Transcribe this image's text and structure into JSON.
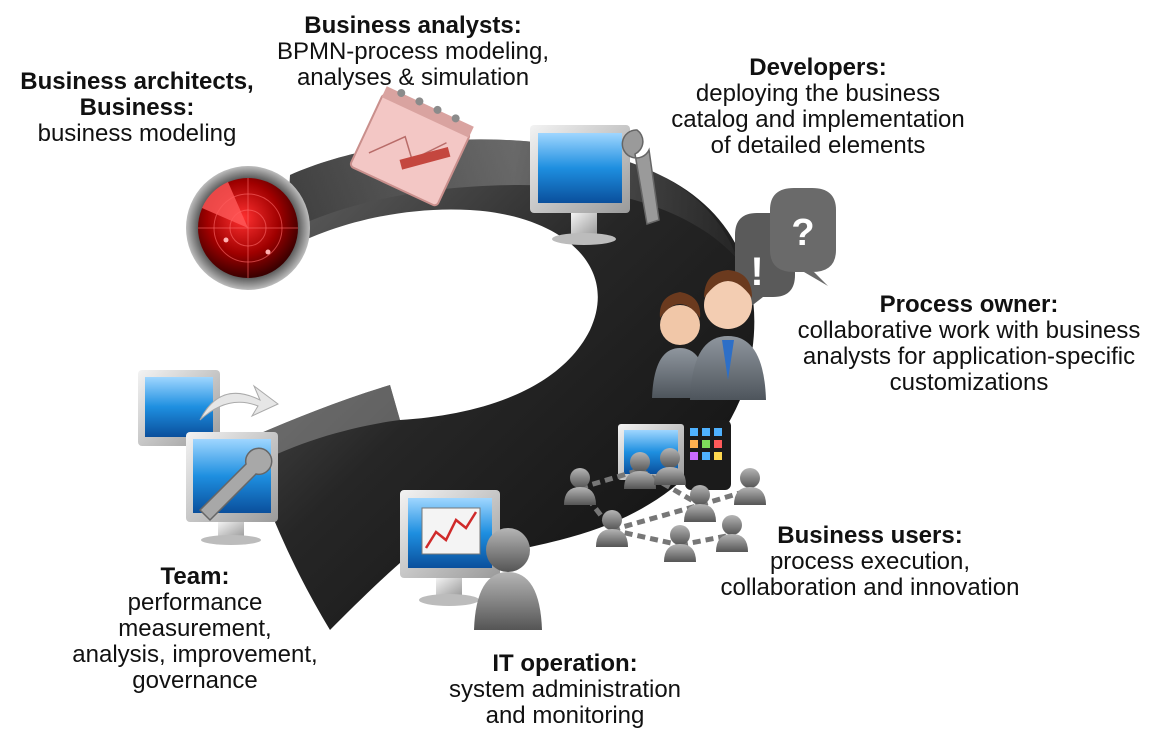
{
  "roles": [
    {
      "id": "architects",
      "title": "Business architects,\nBusiness:",
      "desc": "business modeling",
      "icon": "radar-icon"
    },
    {
      "id": "analysts",
      "title": "Business analysts:",
      "desc": "BPMN-process modeling,\nanalyses & simulation",
      "icon": "notepad-pencil-icon"
    },
    {
      "id": "developers",
      "title": "Developers:",
      "desc": "deploying the business\ncatalog and implementation\nof detailed elements",
      "icon": "monitor-wrench-icon"
    },
    {
      "id": "owner",
      "title": "Process owner:",
      "desc": "collaborative work with business\nanalysts for application-specific\ncustomizations",
      "icon": "people-speech-bubbles-icon"
    },
    {
      "id": "users",
      "title": "Business users:",
      "desc": "process execution,\ncollaboration and innovation",
      "icon": "user-network-icon"
    },
    {
      "id": "itops",
      "title": "IT operation:",
      "desc": "system administration\nand monitoring",
      "icon": "monitor-chart-user-icon"
    },
    {
      "id": "team",
      "title": "Team:",
      "desc": "performance\nmeasurement,\nanalysis, improvement,\ngovernance",
      "icon": "monitors-wrench-icon"
    }
  ],
  "colors": {
    "cycle_arrow": "#2b2b2b",
    "radar": "#b00000",
    "screen": "#1e8fe0",
    "speech_bubble": "#555555"
  }
}
